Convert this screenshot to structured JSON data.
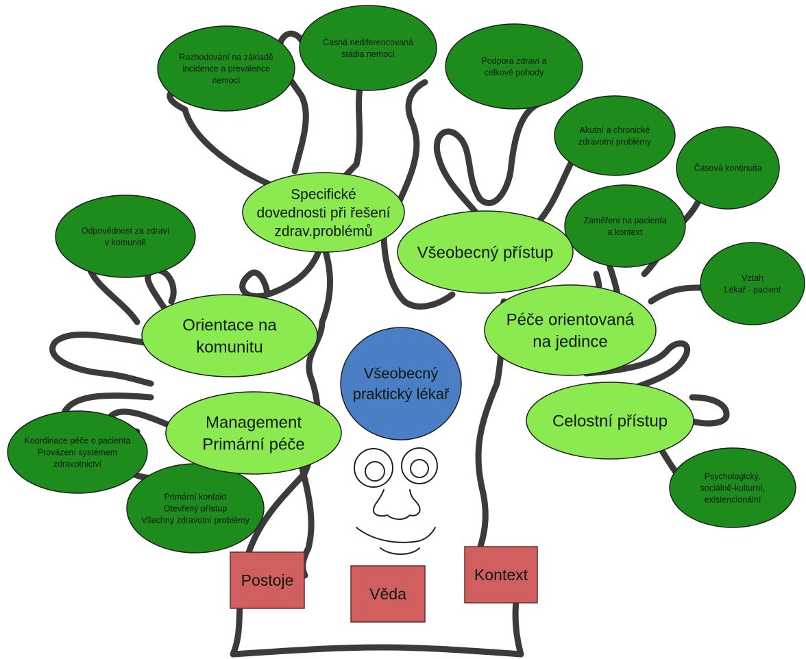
{
  "colors": {
    "dark_green": "#1d8c1d",
    "light_green": "#8bea4f",
    "blue": "#4a7fc6",
    "red": "#d25f5f",
    "trunk": "#3b3b3b"
  },
  "center": {
    "lines": [
      "Všeobecný",
      "praktický lékař"
    ]
  },
  "main_nodes": [
    {
      "id": "specific-skills",
      "lines": [
        "Specifické",
        "dovednosti při řešení",
        "zdrav.problémů"
      ]
    },
    {
      "id": "comprehensive-approach",
      "lines": [
        "Všeobecný přístup"
      ]
    },
    {
      "id": "community-orientation",
      "lines": [
        "Orientace na",
        "komunitu"
      ]
    },
    {
      "id": "person-centred-care",
      "lines": [
        "Péče orientovaná",
        "na jedince"
      ]
    },
    {
      "id": "primary-care-management",
      "lines": [
        "Management",
        "Primární péče"
      ]
    },
    {
      "id": "holistic-approach",
      "lines": [
        "Celostní přístup"
      ]
    }
  ],
  "sub_nodes": [
    {
      "id": "incidence-prevalence",
      "lines": [
        "Rozhodování na základě",
        "incidence a prevalence",
        "nemocí"
      ]
    },
    {
      "id": "early-stages",
      "lines": [
        "Časná nediferencovaná",
        "stádia nemocí"
      ]
    },
    {
      "id": "health-promotion",
      "lines": [
        "Podpora zdraví a",
        "celkové pohody"
      ]
    },
    {
      "id": "acute-chronic",
      "lines": [
        "Akutní a chronické",
        "zdravotní problémy"
      ]
    },
    {
      "id": "time-continuity",
      "lines": [
        "Časová kontinuita"
      ]
    },
    {
      "id": "patient-context",
      "lines": [
        "Zaměření na pacienta",
        "a kontext"
      ]
    },
    {
      "id": "doctor-patient",
      "lines": [
        "Vztah",
        "Lékař - pacient"
      ]
    },
    {
      "id": "community-responsibility",
      "lines": [
        "Odpovědnost za zdraví",
        "v komunitě"
      ]
    },
    {
      "id": "care-coordination",
      "lines": [
        "Koordinace péče o pacienta",
        "Provázení systémem",
        "zdravotnictví"
      ]
    },
    {
      "id": "first-contact",
      "lines": [
        "Primární kontakt",
        "Otevřený přístup",
        "Všechny zdravotní problémy"
      ]
    },
    {
      "id": "psychosocial",
      "lines": [
        "Psychologický,",
        "sociálně-kulturní,",
        "existencionální"
      ]
    }
  ],
  "roots": [
    {
      "id": "attitudes",
      "label": "Postoje"
    },
    {
      "id": "science",
      "label": "Věda"
    },
    {
      "id": "context",
      "label": "Kontext"
    }
  ]
}
